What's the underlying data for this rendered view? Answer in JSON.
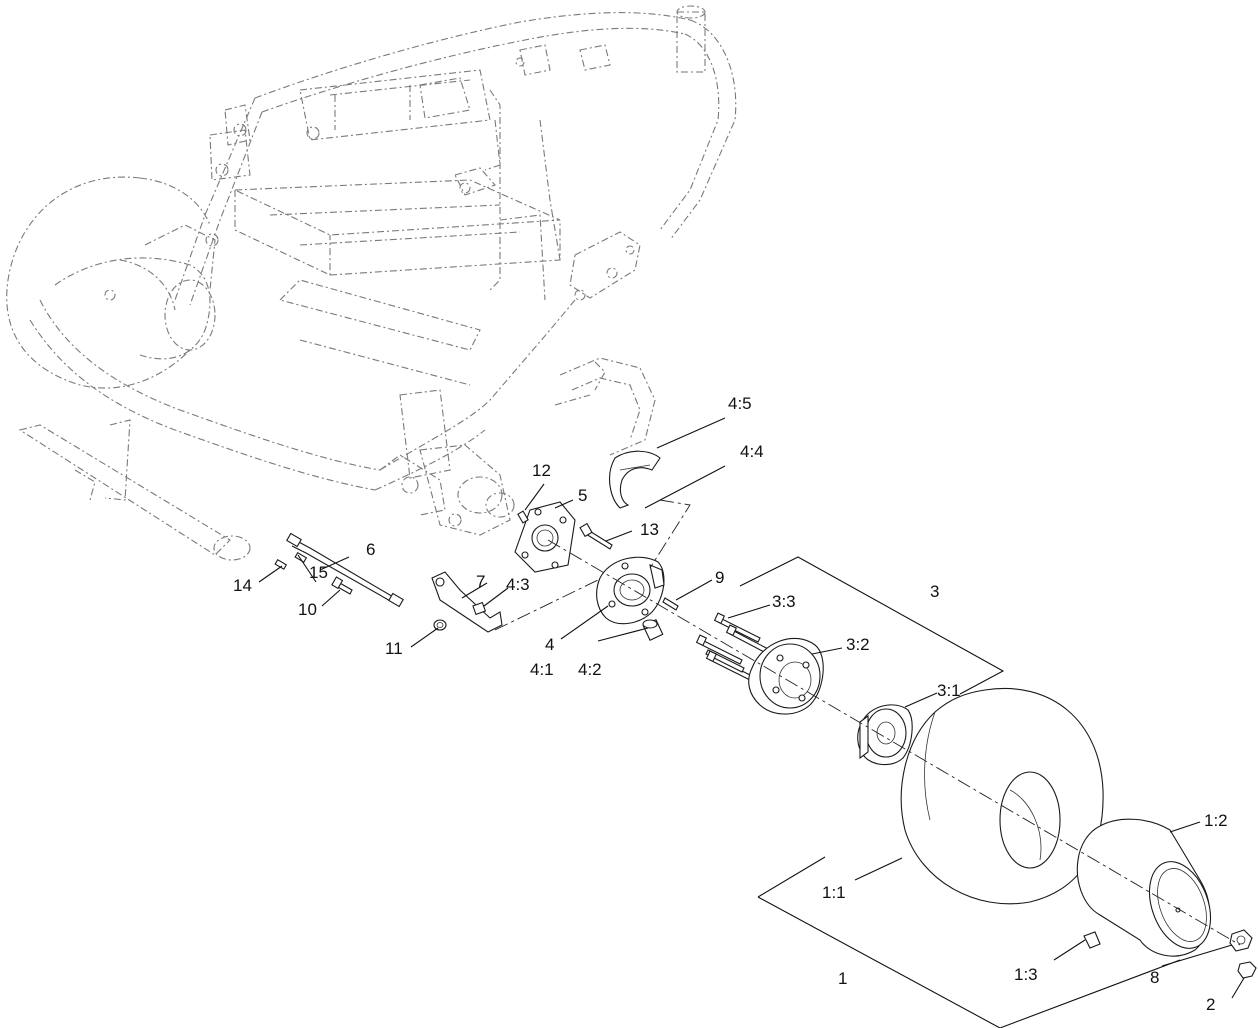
{
  "callouts": [
    {
      "id": "c-4-5",
      "text": "4:5"
    },
    {
      "id": "c-4-4",
      "text": "4:4"
    },
    {
      "id": "c-12",
      "text": "12"
    },
    {
      "id": "c-5",
      "text": "5"
    },
    {
      "id": "c-13",
      "text": "13"
    },
    {
      "id": "c-6",
      "text": "6"
    },
    {
      "id": "c-14",
      "text": "14"
    },
    {
      "id": "c-15",
      "text": "15"
    },
    {
      "id": "c-10",
      "text": "10"
    },
    {
      "id": "c-7",
      "text": "7"
    },
    {
      "id": "c-4-3",
      "text": "4:3"
    },
    {
      "id": "c-9",
      "text": "9"
    },
    {
      "id": "c-3",
      "text": "3"
    },
    {
      "id": "c-3-3",
      "text": "3:3"
    },
    {
      "id": "c-11",
      "text": "11"
    },
    {
      "id": "c-4",
      "text": "4"
    },
    {
      "id": "c-4-1",
      "text": "4:1"
    },
    {
      "id": "c-4-2",
      "text": "4:2"
    },
    {
      "id": "c-3-2",
      "text": "3:2"
    },
    {
      "id": "c-3-1",
      "text": "3:1"
    },
    {
      "id": "c-1-2",
      "text": "1:2"
    },
    {
      "id": "c-1-1",
      "text": "1:1"
    },
    {
      "id": "c-1-3",
      "text": "1:3"
    },
    {
      "id": "c-8",
      "text": "8"
    },
    {
      "id": "c-1",
      "text": "1"
    },
    {
      "id": "c-2",
      "text": "2"
    }
  ]
}
